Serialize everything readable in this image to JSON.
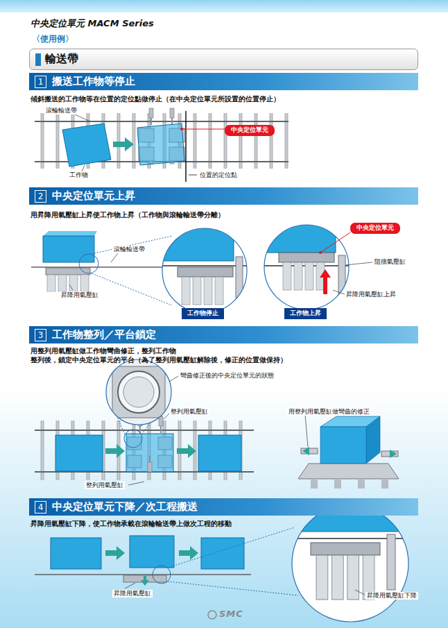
{
  "diagram": {
    "title": "中央定位單元 MACM Series",
    "nodes": [
      {
        "text": [
          "輸送帶"
        ]
      },
      {
        "text": [
          "1",
          "搬送工作物等停止"
        ]
      },
      {
        "text": [
          "中央定位單元"
        ]
      },
      {
        "text": [
          "2",
          "中央定位單元上昇"
        ]
      },
      {
        "text": [
          "工作物停止"
        ]
      },
      {
        "text": [
          "工作物上昇"
        ]
      },
      {
        "text": [
          "中央定位單元"
        ]
      },
      {
        "text": [
          "3",
          "工作物整列／平台鎖定"
        ]
      },
      {
        "text": [
          "4",
          "中央定位單元下降／次工程搬送"
        ]
      }
    ],
    "labels": [
      "〈使用例〉",
      "傾斜搬送的工作物等在位置的定位點做停止（在中央定位單元所設置的位置停止）",
      "滾輪輸送帶",
      "工作物",
      "位置的定位點",
      "用昇降用氣壓缸上昇使工作物上昇（工作物與滾輪輸送帶分離）",
      "滾輪輸送帶",
      "昇降用氣壓缸",
      "阻擋氣壓缸",
      "昇降用氣壓缸上昇",
      "用整列用氣壓缸做工作物彎曲修正，整列工作物",
      "整列後，鎖定中央定位單元的平台（為了整列用氣壓缸解除後，修正的位置做保持）",
      "彎曲修正後的中央定位單元的狀態",
      "整列用氣壓缸",
      "整列用氣壓缸",
      "用整列用氣壓缸做彎曲的修正",
      "昇降用氣壓缸下降，使工作物承載在滾輪輸送帶上做次工程的移動",
      "昇降用氣壓缸",
      "昇降用氣壓缸下降",
      "SMC"
    ]
  }
}
